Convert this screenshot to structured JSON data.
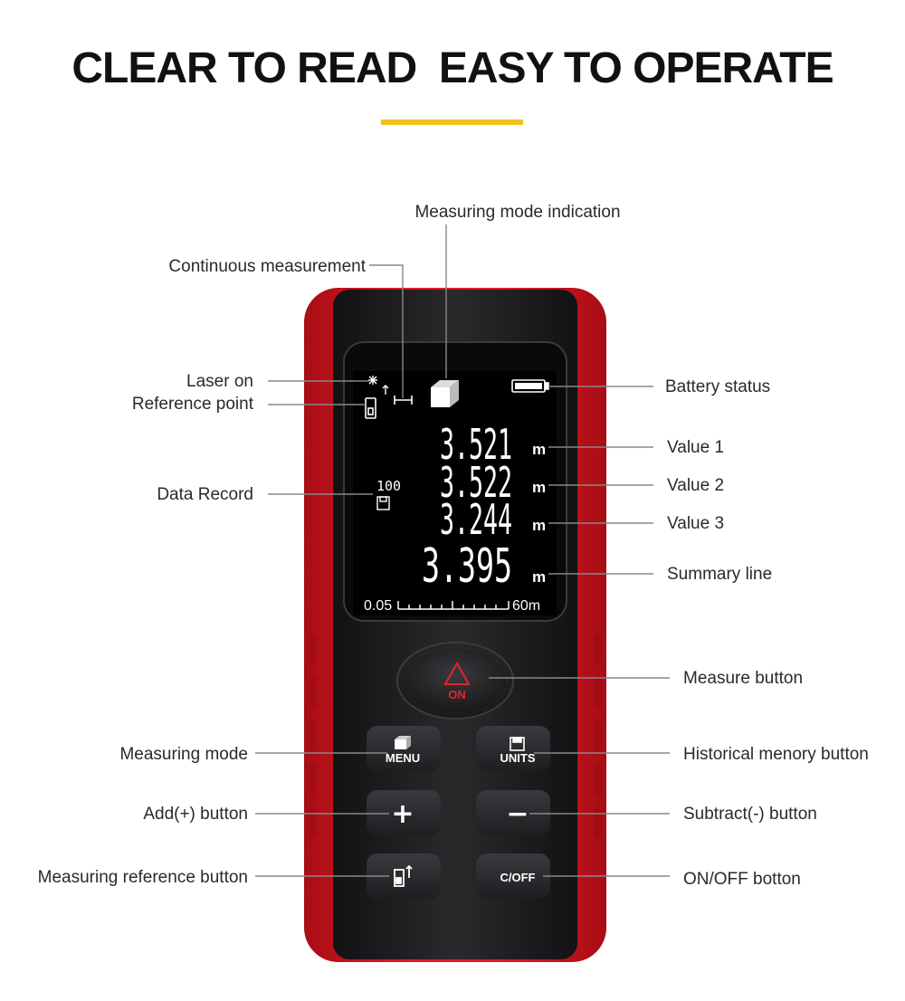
{
  "header": {
    "title": "CLEAR TO READ  EASY TO OPERATE",
    "accent_color": "#f0c21c"
  },
  "device": {
    "body_color": "#d9141f",
    "face_color": "#1c1c1e",
    "display": {
      "values": [
        "3.521",
        "3.522",
        "3.244"
      ],
      "summary": "3.395",
      "unit": "m",
      "data_record": "100",
      "scale_min": "0.05",
      "scale_max": "60m"
    },
    "buttons": {
      "measure": "ON",
      "menu": "MENU",
      "units": "UNITS",
      "add": "+",
      "subtract": "−",
      "onoff": "C/OFF"
    }
  },
  "labels": {
    "measuring_mode_indication": "Measuring mode indication",
    "continuous_measurement": "Continuous measurement",
    "laser_on": "Laser on",
    "reference_point": "Reference point",
    "data_record": "Data Record",
    "battery_status": "Battery status",
    "value_1": "Value 1",
    "value_2": "Value 2",
    "value_3": "Value 3",
    "summary_line": "Summary line",
    "measure_button": "Measure button",
    "measuring_mode": "Measuring mode",
    "historical_memory_button": "Historical menory button",
    "add_button": "Add(+) button",
    "subtract_button": "Subtract(-) button",
    "measuring_reference_button": "Measuring reference button",
    "onoff_button": "ON/OFF botton"
  }
}
